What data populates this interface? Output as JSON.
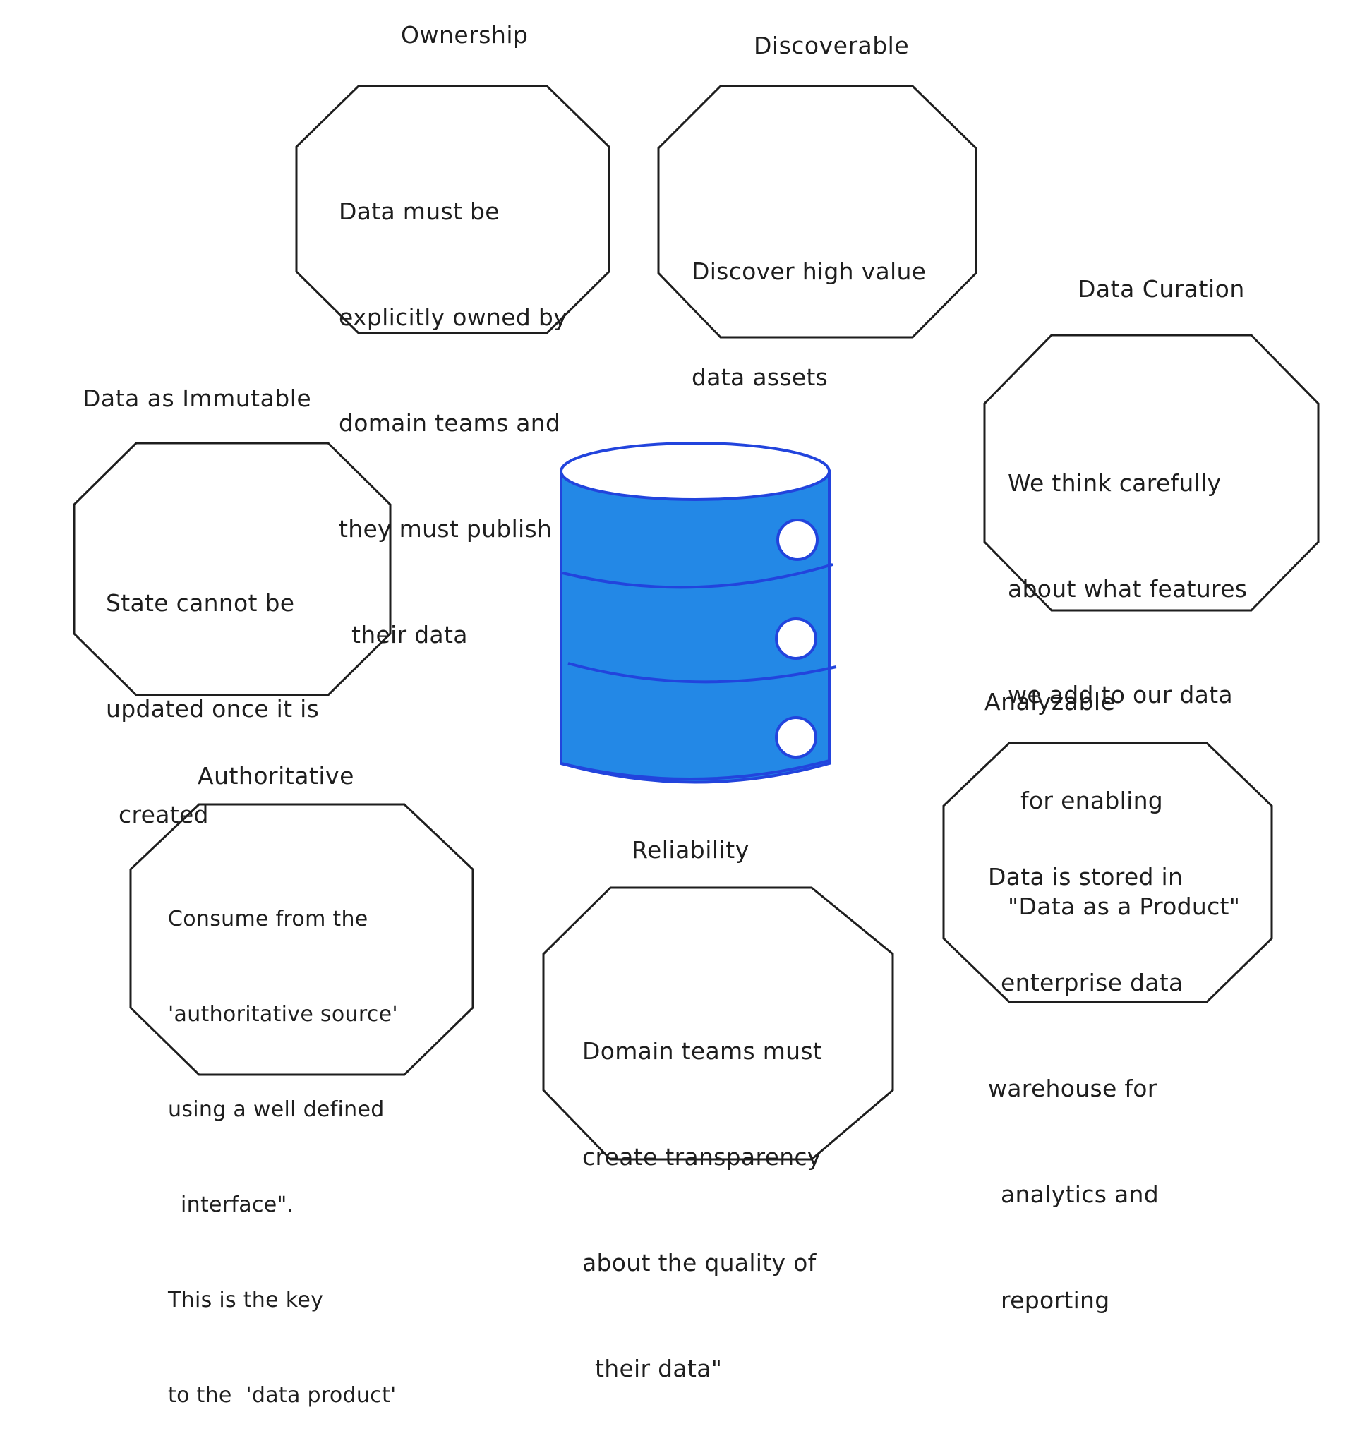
{
  "diagram": {
    "center": {
      "label": "database-cylinder",
      "fill": "#2388e6",
      "stroke": "#2244dd",
      "indicator_count": 3
    },
    "nodes": [
      {
        "id": "ownership",
        "title": "Ownership",
        "lines": [
          "Data must be",
          "explicitly owned by",
          "domain teams and",
          "they must publish",
          "their data"
        ]
      },
      {
        "id": "discoverable",
        "title": "Discoverable",
        "lines": [
          "Discover high value",
          "data assets"
        ]
      },
      {
        "id": "data-curation",
        "title": "Data Curation",
        "lines": [
          "We think carefully",
          "about what features",
          "we add to our data",
          "for enabling",
          "\"Data as a Product\""
        ]
      },
      {
        "id": "data-as-immutable",
        "title": "Data as Immutable",
        "lines": [
          "State cannot be",
          "updated once it is",
          "created"
        ]
      },
      {
        "id": "analyzable",
        "title": "Analyzable",
        "lines": [
          "Data is stored in",
          "enterprise data",
          "warehouse for",
          "analytics and",
          "reporting"
        ]
      },
      {
        "id": "authoritative",
        "title": "Authoritative",
        "lines": [
          "Consume from the",
          "'authoritative source'",
          "using a well defined",
          "interface\".",
          "This is the key",
          "to the  'data product'"
        ]
      },
      {
        "id": "reliability",
        "title": "Reliability",
        "lines": [
          "Domain teams must",
          "create transparency",
          "about the quality of",
          "their data\""
        ]
      }
    ],
    "colors": {
      "stroke": "#1e1e1e",
      "background": "#ffffff"
    }
  }
}
